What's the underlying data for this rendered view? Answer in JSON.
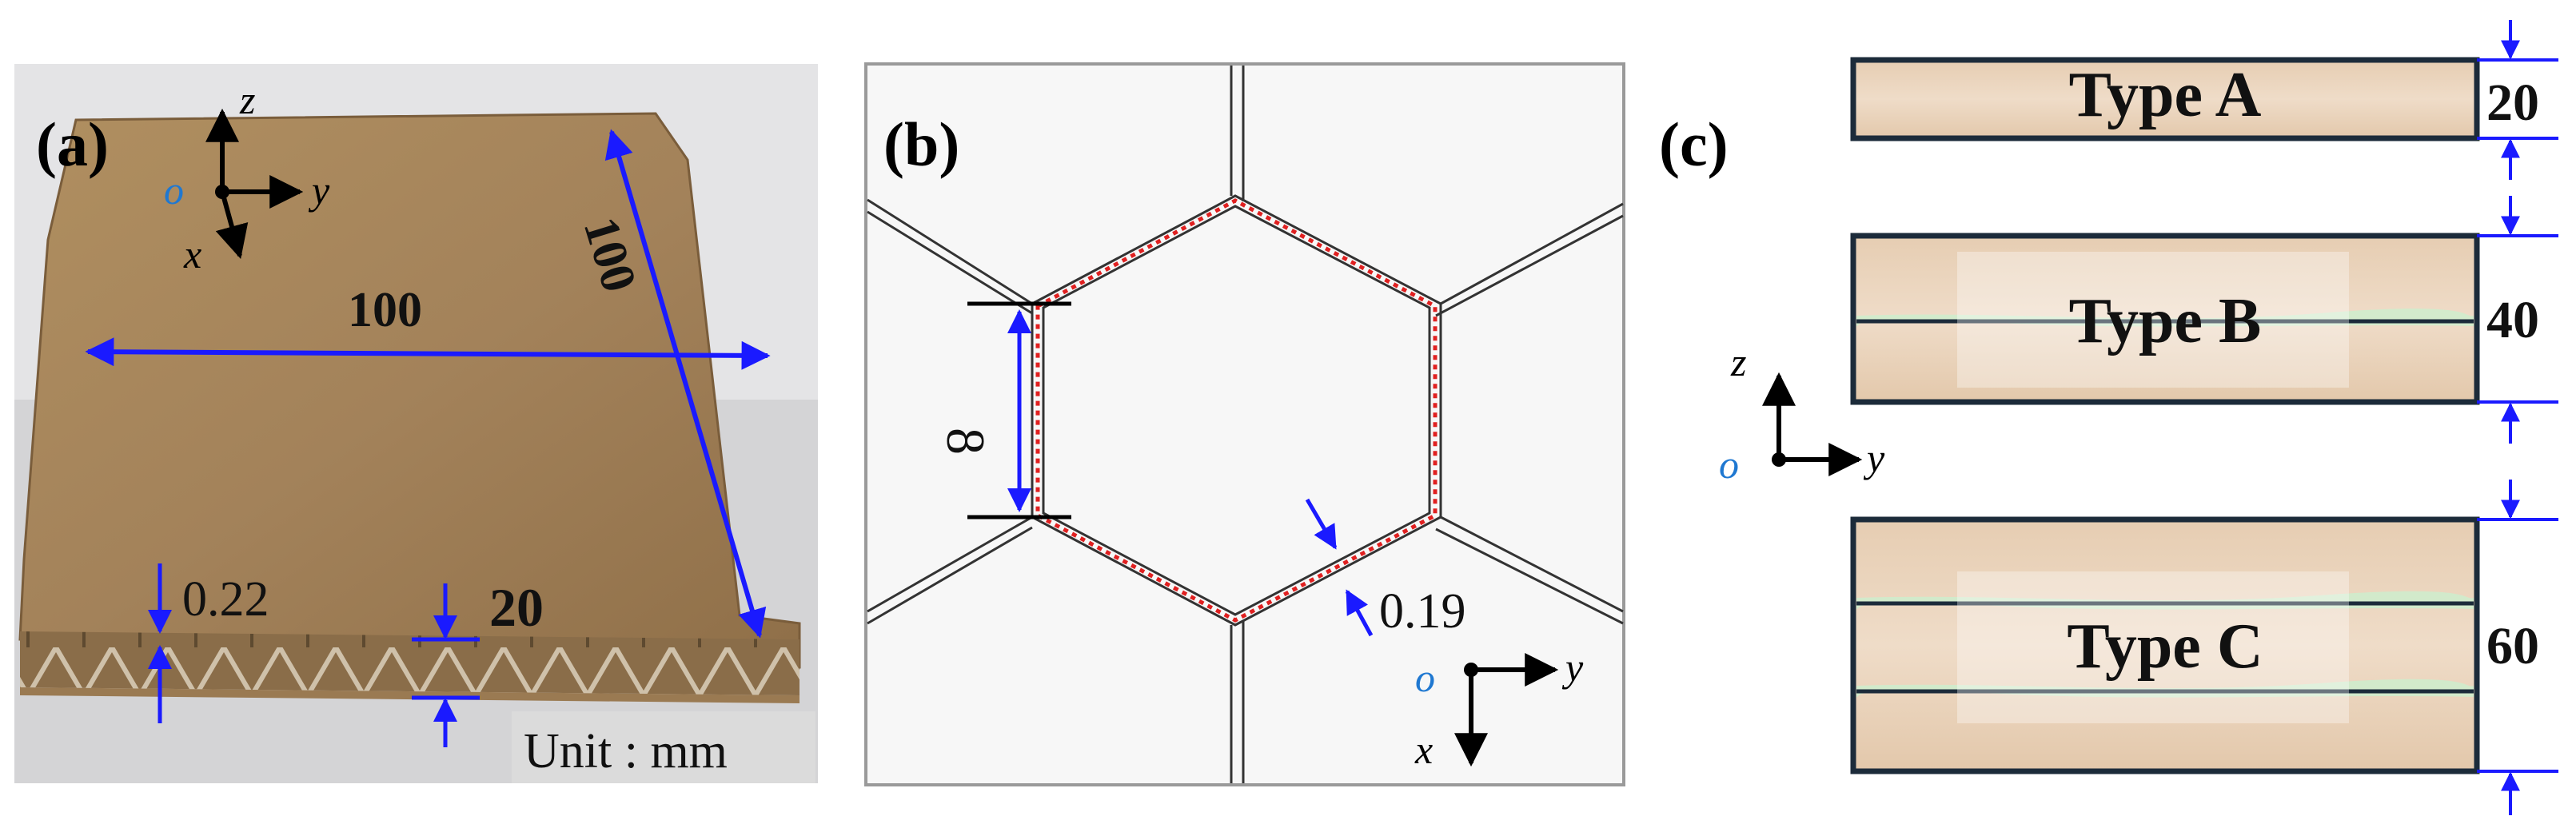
{
  "panels": {
    "a": {
      "label": "(a)",
      "axes": {
        "origin": "o",
        "z": "z",
        "y": "y",
        "x": "x"
      },
      "dim_length": "100",
      "dim_width": "100",
      "dim_wall": "0.22",
      "dim_height": "20",
      "unit": "Unit : mm"
    },
    "b": {
      "label": "(b)",
      "dim_cell_side": "8",
      "dim_wall_thickness": "0.19",
      "axes": {
        "origin": "o",
        "y": "y",
        "x": "x"
      }
    },
    "c": {
      "label": "(c)",
      "axes": {
        "origin": "o",
        "z": "z",
        "y": "y"
      },
      "specimens": [
        {
          "name": "Type A",
          "thickness": "20"
        },
        {
          "name": "Type B",
          "thickness": "40"
        },
        {
          "name": "Type C",
          "thickness": "60"
        }
      ]
    }
  },
  "colors": {
    "dimension": "#1a1aff",
    "cardboard": "#a8865a",
    "wall_highlight": "#e02020",
    "axis_origin": "#1f78d1",
    "panel_board": "#e9d3bd",
    "glue": "#cfeccc",
    "frame": "#1c2b3a"
  }
}
